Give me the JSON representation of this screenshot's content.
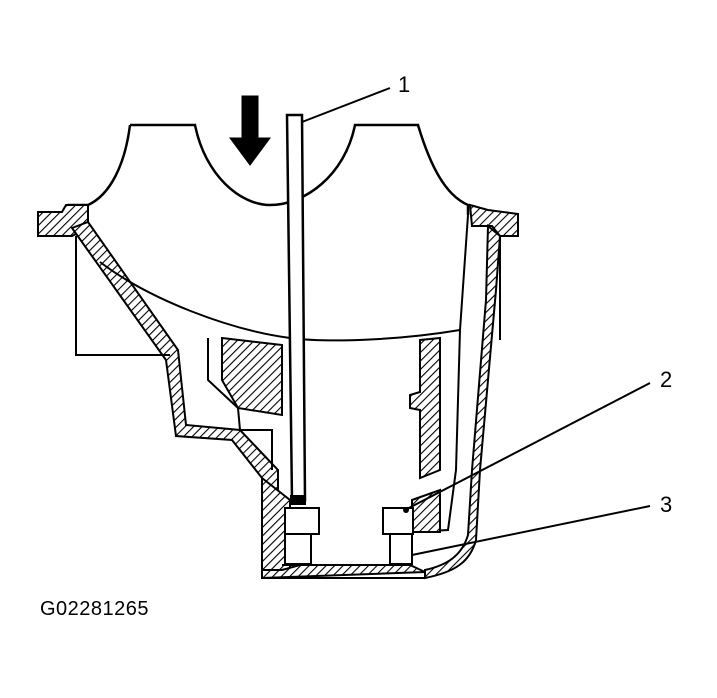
{
  "figure": {
    "code": "G02281265",
    "callouts": [
      {
        "id": "1",
        "label": "1"
      },
      {
        "id": "2",
        "label": "2"
      },
      {
        "id": "3",
        "label": "3"
      }
    ],
    "line_color": "#000000",
    "background_color": "#ffffff"
  }
}
